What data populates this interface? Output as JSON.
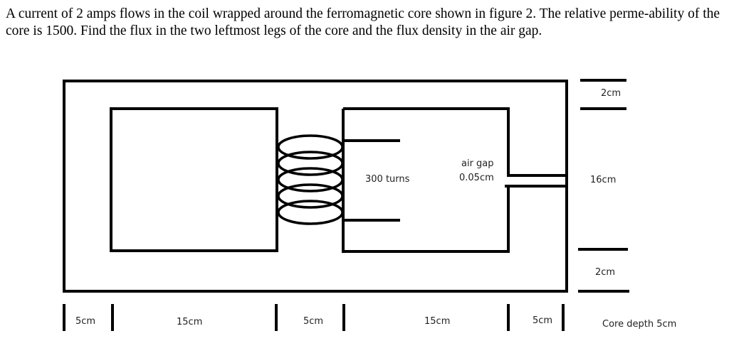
{
  "problem": {
    "text": "A current of 2 amps flows in the coil wrapped around the ferromagnetic core shown in figure 2. The relative perme-ability of the core is 1500. Find the flux in the two leftmost legs of the core and the flux density in the air gap."
  },
  "diagram": {
    "coil_label": "300 turns",
    "air_gap_label_1": "air gap",
    "air_gap_label_2": "0.05cm",
    "dim_right_top": "2cm",
    "dim_right_mid": "16cm",
    "dim_right_bottom": "2cm",
    "dim_bottom_1": "5cm",
    "dim_bottom_2": "15cm",
    "dim_bottom_3": "5cm",
    "dim_bottom_4": "15cm",
    "dim_bottom_5": "5cm",
    "core_depth": "Core depth 5cm"
  }
}
